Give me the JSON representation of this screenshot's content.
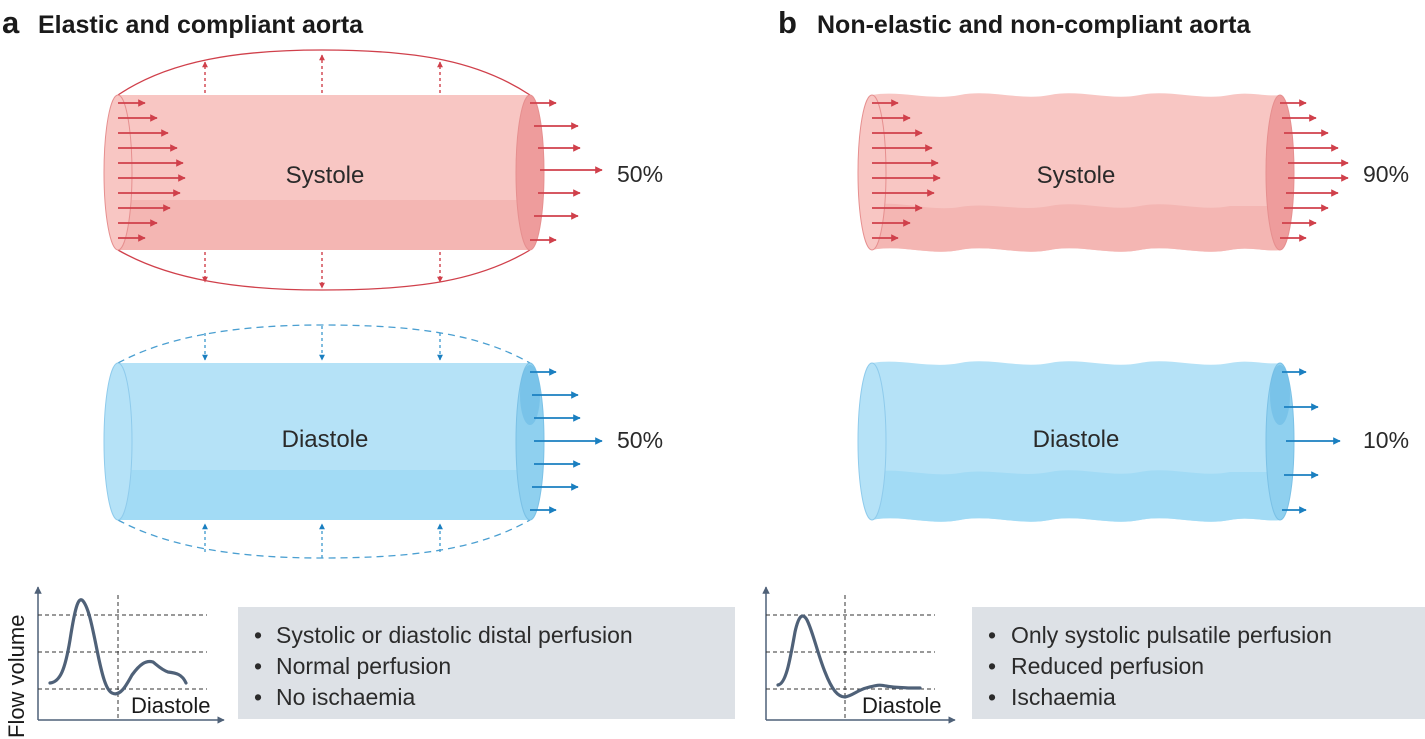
{
  "panel_a": {
    "letter": "a",
    "title": "Elastic and compliant aorta",
    "systole_label": "Systole",
    "systole_pct": "50%",
    "diastole_label": "Diastole",
    "diastole_pct": "50%",
    "graph_ylabel": "Flow volume",
    "graph_xlabel": "Diastole",
    "bullets": [
      "Systolic or diastolic distal perfusion",
      "Normal perfusion",
      "No ischaemia"
    ]
  },
  "panel_b": {
    "letter": "b",
    "title": "Non-elastic and non-compliant aorta",
    "systole_label": "Systole",
    "systole_pct": "90%",
    "diastole_label": "Diastole",
    "diastole_pct": "10%",
    "graph_xlabel": "Diastole",
    "bullets": [
      "Only systolic pulsatile perfusion",
      "Reduced perfusion",
      "Ischaemia"
    ]
  },
  "colors": {
    "systole_fill": "#f8c6c3",
    "systole_dark": "#f0a9a6",
    "systole_arrow": "#d0404b",
    "diastole_fill": "#b5e2f7",
    "diastole_dark": "#8fd0ef",
    "diastole_arrow": "#1a7fc0",
    "graph_line": "#4f6178",
    "info_box": "#dde1e6"
  }
}
